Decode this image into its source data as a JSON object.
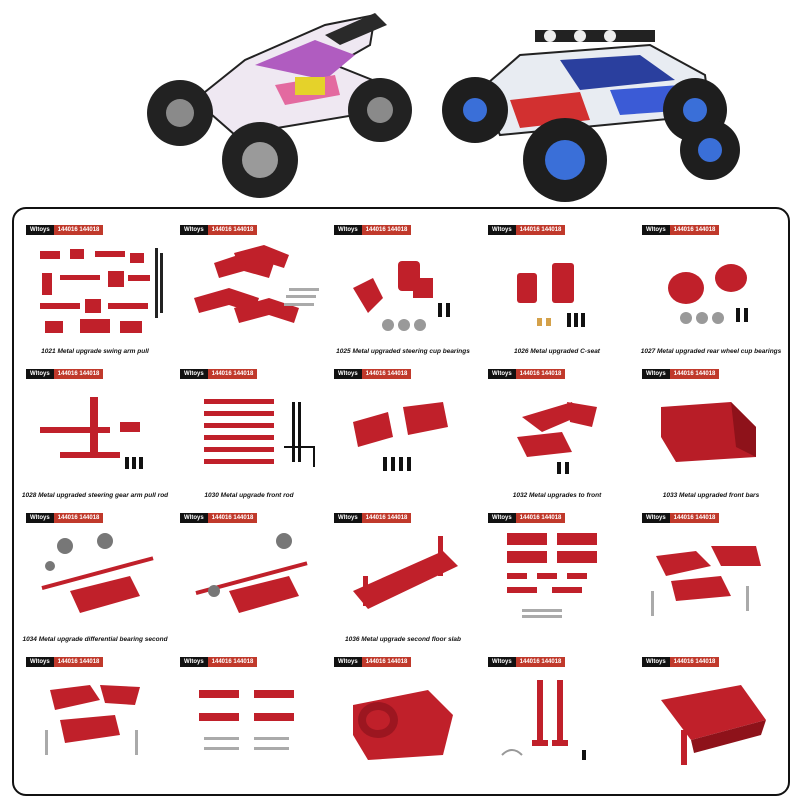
{
  "colors": {
    "part_red": "#c0202a",
    "frame": "#111111"
  },
  "tag": {
    "brand": "Wltoys",
    "models": "144016 144018"
  },
  "cells": [
    {
      "caption": "1021 Metal upgrade swing arm pull"
    },
    {
      "caption": ""
    },
    {
      "caption": "1025 Metal upgraded steering cup bearings"
    },
    {
      "caption": "1026 Metal upgraded C-seat"
    },
    {
      "caption": "1027 Metal upgraded rear wheel cup bearings"
    },
    {
      "caption": "1028 Metal upgraded steering gear arm pull rod"
    },
    {
      "caption": "1030 Metal upgrade front rod"
    },
    {
      "caption": ""
    },
    {
      "caption": "1032 Metal upgrades to front"
    },
    {
      "caption": "1033 Metal upgraded front bars"
    },
    {
      "caption": "1034 Metal upgrade differential bearing second"
    },
    {
      "caption": ""
    },
    {
      "caption": "1036 Metal upgrade second floor slab"
    },
    {
      "caption": ""
    },
    {
      "caption": ""
    },
    {
      "caption": ""
    },
    {
      "caption": ""
    },
    {
      "caption": ""
    },
    {
      "caption": ""
    },
    {
      "caption": ""
    }
  ]
}
